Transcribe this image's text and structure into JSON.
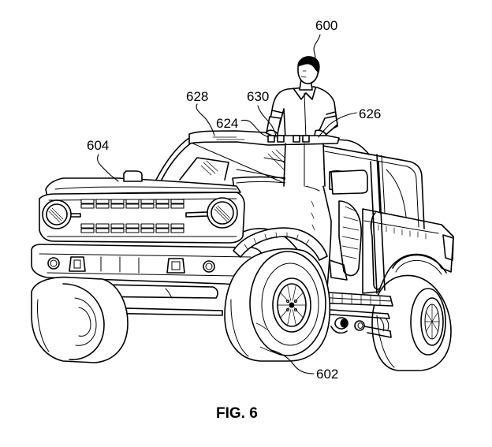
{
  "figure": {
    "caption": "FIG. 6",
    "subject": "vehicle with occupant standing through open roof",
    "reference_numerals": {
      "occupant": "600",
      "wheel": "602",
      "hood": "604",
      "roof_frame": "624",
      "grab_handle_right": "626",
      "windshield_header": "628",
      "grab_handle_center": "630"
    }
  },
  "colors": {
    "line": "#000000",
    "background": "#ffffff"
  }
}
